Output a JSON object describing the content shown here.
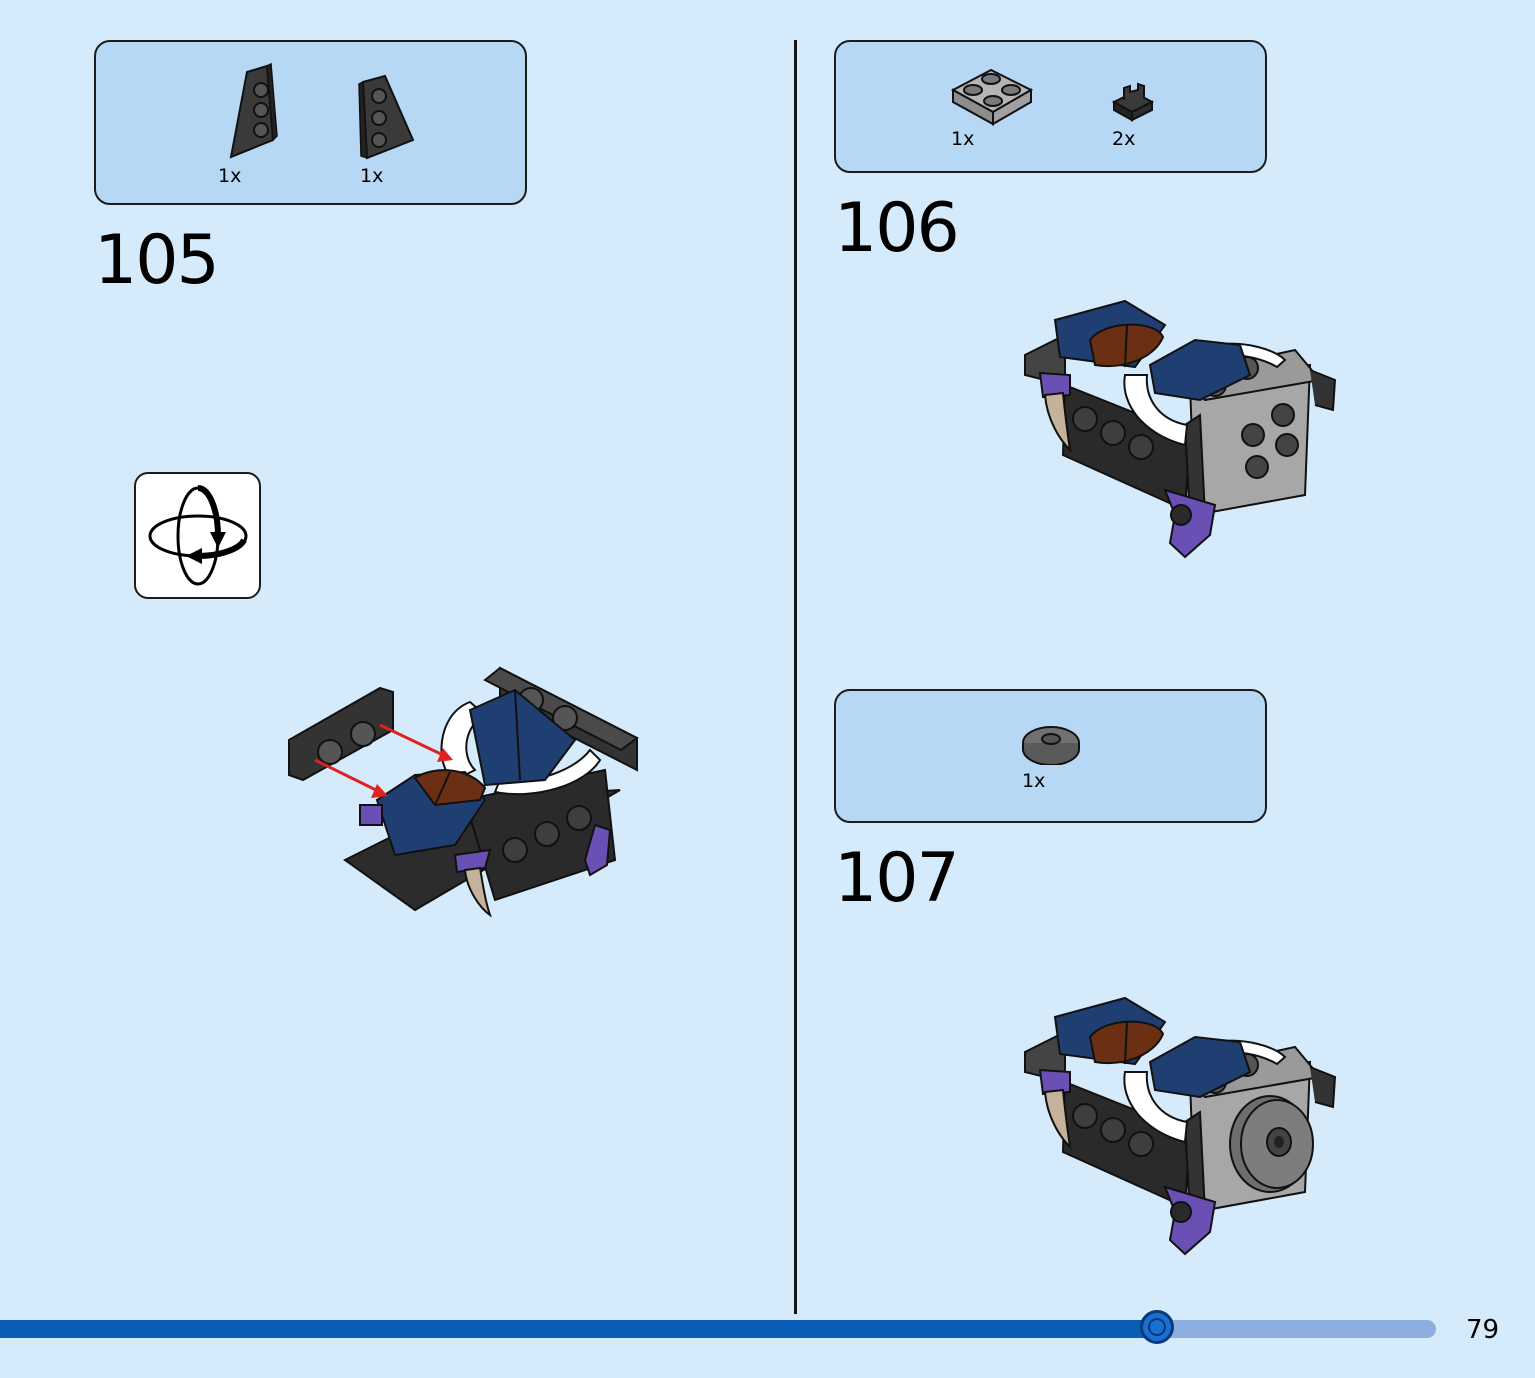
{
  "steps": [
    {
      "number": "105",
      "parts": [
        {
          "icon": "dark-wedge-plate-left-icon",
          "qty": "1x"
        },
        {
          "icon": "dark-wedge-plate-right-icon",
          "qty": "1x"
        }
      ]
    },
    {
      "number": "106",
      "parts": [
        {
          "icon": "gray-plate-2x2-icon",
          "qty": "1x"
        },
        {
          "icon": "dark-clip-plate-icon",
          "qty": "2x"
        }
      ]
    },
    {
      "number": "107",
      "parts": [
        {
          "icon": "gray-round-tile-icon",
          "qty": "1x"
        }
      ]
    }
  ],
  "rotate_icon": "rotate-model-icon",
  "progress": {
    "fraction": 0.806
  },
  "page_number": "79",
  "colors": {
    "page_bg": "#d5ebfb",
    "parts_box_bg": "#b6d8f5",
    "progress_fill": "#0a5db6",
    "progress_track": "#8eaee0",
    "brick_dark_blue": "#1f3f72",
    "brick_brown": "#6b2f14",
    "brick_black": "#2a2a2a",
    "brick_purple": "#6a4fb5",
    "brick_gray": "#a7a7a7"
  }
}
